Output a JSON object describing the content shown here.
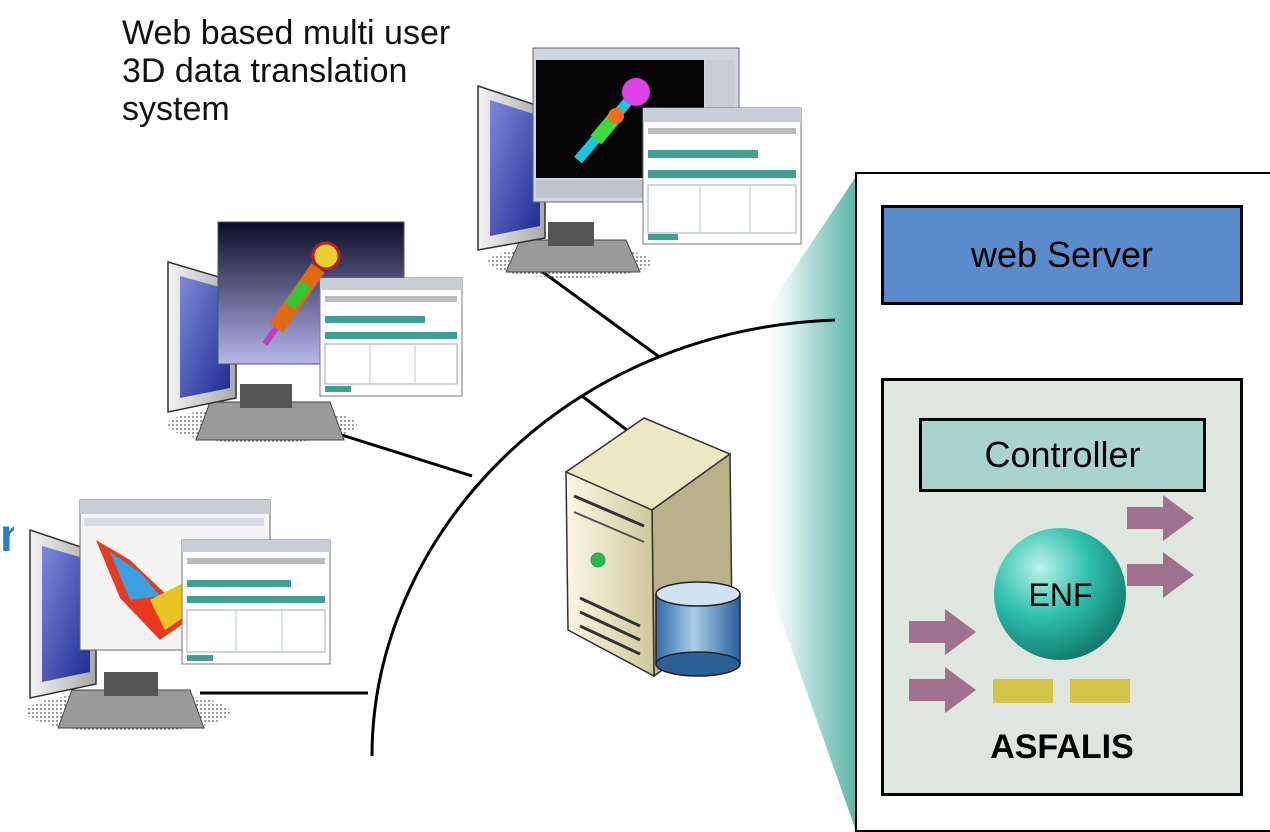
{
  "caption": "Web based multi user\n3D data translation\nsystem",
  "edge_glyph": "n",
  "server_panel": {
    "web_server_label": "web Server",
    "controller_label": "Controller",
    "enf_label": "ENF",
    "asfalis_label": "ASFALIS"
  },
  "colors": {
    "web_server_fill": "#5a8ccd",
    "controller_fill": "#a9d4cd",
    "asfalis_fill": "#dfe6df",
    "enf_sphere": "#22b0a0",
    "arrow": "#a0708f",
    "token": "#d4c44a",
    "monitor_screen": "#2d3ea8",
    "wedge": "#63b8ad"
  },
  "icons": [
    "client-monitor-icon",
    "server-tower-icon",
    "database-cylinder-icon",
    "enf-sphere-icon",
    "data-arrow-icon"
  ]
}
